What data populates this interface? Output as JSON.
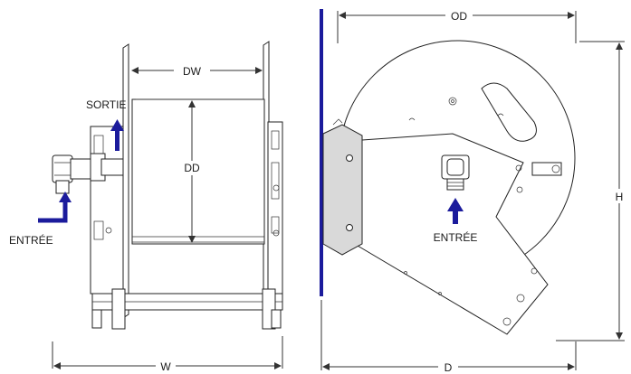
{
  "labels": {
    "od": "OD",
    "dw": "DW",
    "dd": "DD",
    "h": "H",
    "w": "W",
    "d": "D",
    "outlet": "SORTIE",
    "inlet_side": "ENTRÉE",
    "inlet_front": "ENTRÉE"
  },
  "colors": {
    "accent_blue": "#1b1b9c",
    "line": "#222222",
    "bracket_gray": "#d9d9d9"
  }
}
